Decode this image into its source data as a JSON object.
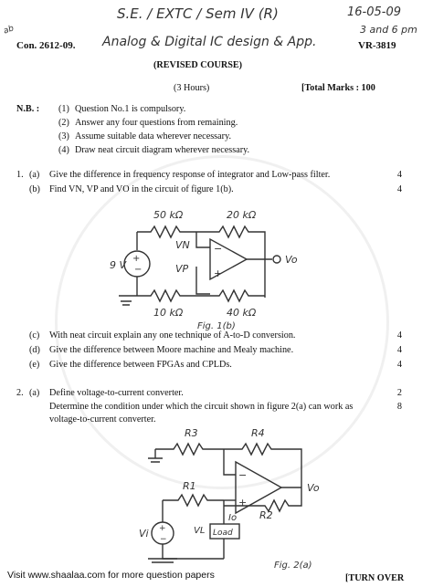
{
  "header": {
    "handwritten_top": "S.E. / EXTC / Sem IV (R)",
    "handwritten_date": "16-05-09",
    "handwritten_time": "3 and 6 pm",
    "corner_mark": "ab",
    "con": "Con. 2612-09.",
    "subject": "Analog & Digital IC design & App.",
    "code": "VR-3819",
    "course": "(REVISED COURSE)",
    "hours": "(3 Hours)",
    "total_marks": "[Total Marks : 100"
  },
  "nb": {
    "label": "N.B. :",
    "items": [
      {
        "num": "(1)",
        "text": "Question No.1 is compulsory."
      },
      {
        "num": "(2)",
        "text": "Answer any four questions from remaining."
      },
      {
        "num": "(3)",
        "text": "Assume suitable data wherever necessary."
      },
      {
        "num": "(4)",
        "text": "Draw neat circuit diagram wherever necessary."
      }
    ]
  },
  "q1": {
    "num": "1.",
    "a": {
      "label": "(a)",
      "text": "Give the difference in frequency response of integrator and Low-pass filter.",
      "marks": "4"
    },
    "b": {
      "label": "(b)",
      "text": "Find VN, VP and VO in the circuit of figure 1(b).",
      "marks": "4"
    },
    "c": {
      "label": "(c)",
      "text": "With neat circuit explain any one technique of A-to-D conversion.",
      "marks": "4"
    },
    "d": {
      "label": "(d)",
      "text": "Give the difference between Moore machine and Mealy machine.",
      "marks": "4"
    },
    "e": {
      "label": "(e)",
      "text": "Give the difference between FPGAs and CPLDs.",
      "marks": "4"
    }
  },
  "fig1": {
    "r1": "50 kΩ",
    "r2": "20 kΩ",
    "r3": "10 kΩ",
    "r4": "40 kΩ",
    "src": "9 V",
    "vn": "VN",
    "vp": "VP",
    "vo": "Vo",
    "caption": "Fig. 1(b)"
  },
  "q2": {
    "num": "2.",
    "a": {
      "label": "(a)",
      "text": "Define voltage-to-current converter.",
      "marks": "2"
    },
    "a2": {
      "line1": "Determine the condition under which the circuit shown in figure 2(a) can work as",
      "line2": "voltage-to-current converter.",
      "marks": "8"
    }
  },
  "fig2": {
    "r3": "R3",
    "r4": "R4",
    "r1": "R1",
    "r2": "R2",
    "vo": "Vo",
    "vi": "Vi",
    "vl": "VL",
    "io": "Io",
    "load": "Load",
    "caption": "Fig. 2(a)"
  },
  "footer": {
    "visit": "Visit www.shaalaa.com for more question papers",
    "turn": "[TURN OVER"
  }
}
